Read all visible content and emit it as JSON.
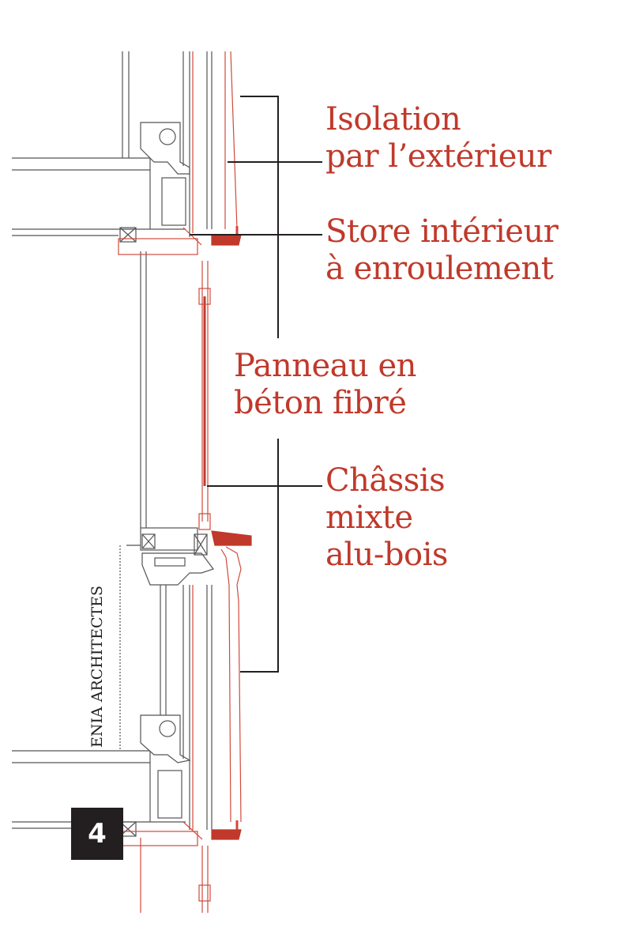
{
  "colors": {
    "accent": "#c0392b",
    "line": "#222222",
    "red_line": "#d04a3c"
  },
  "labels": {
    "isolation": [
      "Isolation",
      "par l’extérieur"
    ],
    "store": [
      "Store intérieur",
      "à enroulement"
    ],
    "panneau": [
      "Panneau en",
      "béton fibré"
    ],
    "chassis": [
      "Châssis",
      "mixte",
      "alu-bois"
    ]
  },
  "credit": "ENIA ARCHITECTES",
  "figure_number": "4"
}
